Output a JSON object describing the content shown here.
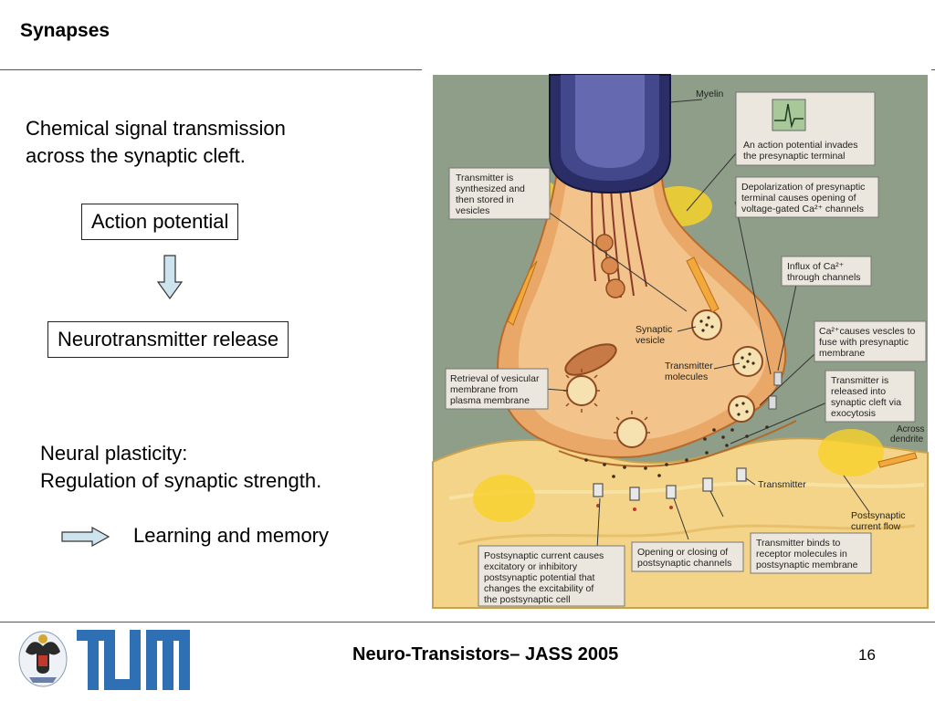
{
  "slide": {
    "title": "Synapses",
    "intro_line1": "Chemical signal transmission",
    "intro_line2": "across the synaptic cleft.",
    "box_action": "Action potential",
    "box_release": "Neurotransmitter release",
    "plasticity_line1": "Neural plasticity:",
    "plasticity_line2": "Regulation of synaptic strength.",
    "learning": "Learning and memory"
  },
  "figure": {
    "myelin": "Myelin",
    "ap_invades_1": "An action potential invades",
    "ap_invades_2": "the presynaptic terminal",
    "synth_1": "Transmitter is",
    "synth_2": "synthesized and",
    "synth_3": "then stored in",
    "synth_4": "vesicles",
    "depol_1": "Depolarization of presynaptic",
    "depol_2": "terminal causes opening of",
    "depol_3": "voltage-gated Ca²⁺ channels",
    "influx_1": "Influx of Ca²⁺",
    "influx_2": "through channels",
    "vesicle_1": "Synaptic",
    "vesicle_2": "vesicle",
    "ca_fuse_1": "Ca²⁺causes vescles to",
    "ca_fuse_2": "fuse with presynaptic",
    "ca_fuse_3": "membrane",
    "molecules_1": "Transmitter",
    "molecules_2": "molecules",
    "retrieval_1": "Retrieval of vesicular",
    "retrieval_2": "membrane from",
    "retrieval_3": "plasma membrane",
    "released_1": "Transmitter is",
    "released_2": "released into",
    "released_3": "synaptic cleft via",
    "released_4": "exocytosis",
    "across_1": "Across",
    "across_2": "dendrite",
    "transmitter": "Transmitter",
    "post_flow_1": "Postsynaptic",
    "post_flow_2": "current flow",
    "binds_1": "Transmitter binds to",
    "binds_2": "receptor molecules in",
    "binds_3": "postsynaptic membrane",
    "opening_1": "Opening or closing of",
    "opening_2": "postsynaptic channels",
    "post_current_1": "Postsynaptic current causes",
    "post_current_2": "excitatory or inhibitory",
    "post_current_3": "postsynaptic potential that",
    "post_current_4": "changes the excitability of",
    "post_current_5": "the postsynaptic cell"
  },
  "footer": {
    "title": "Neuro-Transistors– JASS 2005",
    "page": "16"
  },
  "colors": {
    "figure_bg": "#8f9e88",
    "terminal": "#e9a868",
    "terminal_inner": "#f3c690",
    "myelin": "#2b2d66",
    "dendrite": "#f4d488",
    "glow": "#f7d12a",
    "label_box": "#ece7de",
    "arrow_fill": "#cde4ee"
  }
}
